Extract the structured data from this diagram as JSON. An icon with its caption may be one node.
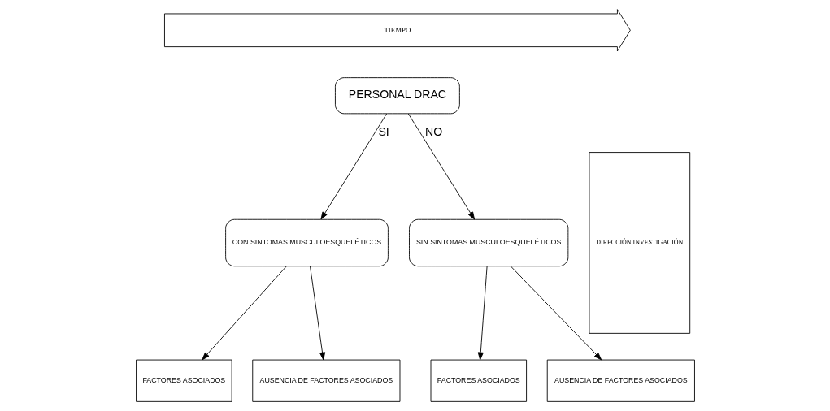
{
  "diagram": {
    "nodes": [
      {
        "text": [
          "TIEMPO"
        ]
      },
      {
        "text": [
          "DIRECCIÓN INVESTIGACIÓN"
        ]
      },
      {
        "text": [
          "PERSONAL DRAC"
        ]
      },
      {
        "text": [
          "CON SINTOMAS MUSCULOESQUELÉTICOS"
        ]
      },
      {
        "text": [
          "SIN SINTOMAS MUSCULOESQUELÉTICOS"
        ]
      },
      {
        "text": [
          "FACTORES ASOCIADOS"
        ]
      },
      {
        "text": [
          "AUSENCIA DE FACTORES ASOCIADOS"
        ]
      },
      {
        "text": [
          "FACTORES ASOCIADOS"
        ]
      },
      {
        "text": [
          "AUSENCIA DE FACTORES ASOCIADOS"
        ]
      }
    ],
    "edges": [
      {
        "from": 2,
        "to": 3,
        "arrow": "to",
        "label": "SI"
      },
      {
        "from": 2,
        "to": 4,
        "arrow": "to",
        "label": "NO"
      },
      {
        "from": 3,
        "to": 5,
        "arrow": "to"
      },
      {
        "from": 3,
        "to": 6,
        "arrow": "to"
      },
      {
        "from": 4,
        "to": 7,
        "arrow": "to"
      },
      {
        "from": 4,
        "to": 8,
        "arrow": "to"
      }
    ]
  }
}
